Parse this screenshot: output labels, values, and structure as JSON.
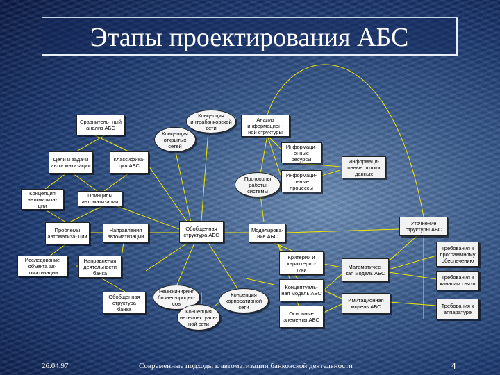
{
  "slide": {
    "title": "Этапы проектирования АБС",
    "footer_date": "26.04.97",
    "footer_caption": "Современные подходы к автоматизации банковской деятельности",
    "page_number": "4"
  },
  "nodes": {
    "comparative_analysis": "Сравнитель- ный анализ АБС",
    "intra_bank_network": "Концепция интрабанковской сети",
    "open_systems": "Концепция открытых сетей",
    "info_structure_analysis": "Анализ информацион- ной структуры",
    "goals_tasks": "Цели и задачи авто- матизации",
    "classification": "Классифика- ция АБС",
    "info_resources": "Информаци- онные ресурсы",
    "info_flows": "Информаци- онные потоки данных",
    "work_protocols": "Протоколы работы системы",
    "info_processes": "Информаци- онные процессы",
    "automation_concept": "Концепция автоматиза- ции",
    "automation_principles": "Принципы автоматизации",
    "abs_refinement": "Уточнение структуры АБС",
    "automation_problems": "Проблемы автоматиза- ции",
    "automation_directions": "Направления автоматизации",
    "generalized_abs": "Обобщенная структура АБС",
    "abs_modeling": "Моделирова- ние АБС",
    "software_requirements": "Требования к программному обеспечению",
    "automation_objects": "Исследование объекта ав- томатизации",
    "bank_activity_directions": "Направления деятельности банка",
    "criteria": "Критерии и характерис- тики",
    "math_model": "Математичес- кая модель АБС",
    "channel_requirements": "Требования к каналам связи",
    "business_reengineering": "Реинжиниринг бизнес-процес- сов",
    "corporate_network": "Концепция корпоративной сети",
    "conceptual_model": "Концептуаль- ная модель АБС",
    "generalized_bank": "Обобщенная структура банка",
    "intellectual_network": "Концепция интеллектуаль- ной сети",
    "basic_elements": "Основные элементы АБС",
    "simulation_model": "Имитационная модель АБС",
    "hardware_requirements": "Требования к аппаратуре"
  }
}
